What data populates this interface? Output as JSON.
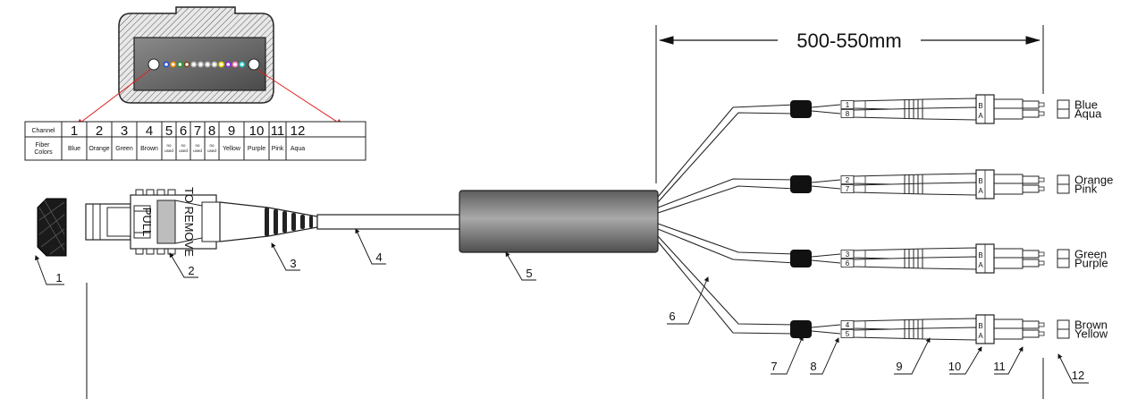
{
  "dimension": {
    "label": "500-550mm"
  },
  "mpo_face": {
    "fiber_dot_colors": [
      "#1f4fd1",
      "#f08a00",
      "#1c9c2c",
      "#7a4a20",
      "#bbbbbb",
      "#bbbbbb",
      "#bbbbbb",
      "#bbbbbb",
      "#e6d200",
      "#8a2be2",
      "#ff7ab3",
      "#20c8c8"
    ]
  },
  "channel_table": {
    "row1_label": "Channel",
    "row2_label": "Fiber Colors",
    "channels": [
      "1",
      "2",
      "3",
      "4",
      "5",
      "6",
      "7",
      "8",
      "9",
      "10",
      "11",
      "12"
    ],
    "colors": [
      {
        "line1": "Blue",
        "line2": ""
      },
      {
        "line1": "Orange",
        "line2": ""
      },
      {
        "line1": "Green",
        "line2": ""
      },
      {
        "line1": "Brown",
        "line2": ""
      },
      {
        "line1": "no",
        "line2": "used"
      },
      {
        "line1": "no",
        "line2": "used"
      },
      {
        "line1": "no",
        "line2": "used"
      },
      {
        "line1": "no",
        "line2": "used"
      },
      {
        "line1": "Yellow",
        "line2": ""
      },
      {
        "line1": "Purple",
        "line2": ""
      },
      {
        "line1": "Pink",
        "line2": ""
      },
      {
        "line1": "Aqua",
        "line2": ""
      }
    ]
  },
  "mpo_connector": {
    "pull_text": "PULL",
    "remove_text": "TO REMOVE"
  },
  "callouts": [
    "1",
    "2",
    "3",
    "4",
    "5",
    "6",
    "7",
    "8",
    "9",
    "10",
    "11",
    "12"
  ],
  "duplex_lc": [
    {
      "top_num": "1",
      "bottom_num": "8",
      "top_color": "Blue",
      "bottom_color": "Aqua"
    },
    {
      "top_num": "2",
      "bottom_num": "7",
      "top_color": "Orange",
      "bottom_color": "Pink"
    },
    {
      "top_num": "3",
      "bottom_num": "6",
      "top_color": "Green",
      "bottom_color": "Purple"
    },
    {
      "top_num": "4",
      "bottom_num": "5",
      "top_color": "Brown",
      "bottom_color": "Yellow"
    }
  ],
  "lc_clip": {
    "top_letter": "B",
    "bottom_letter": "A"
  }
}
